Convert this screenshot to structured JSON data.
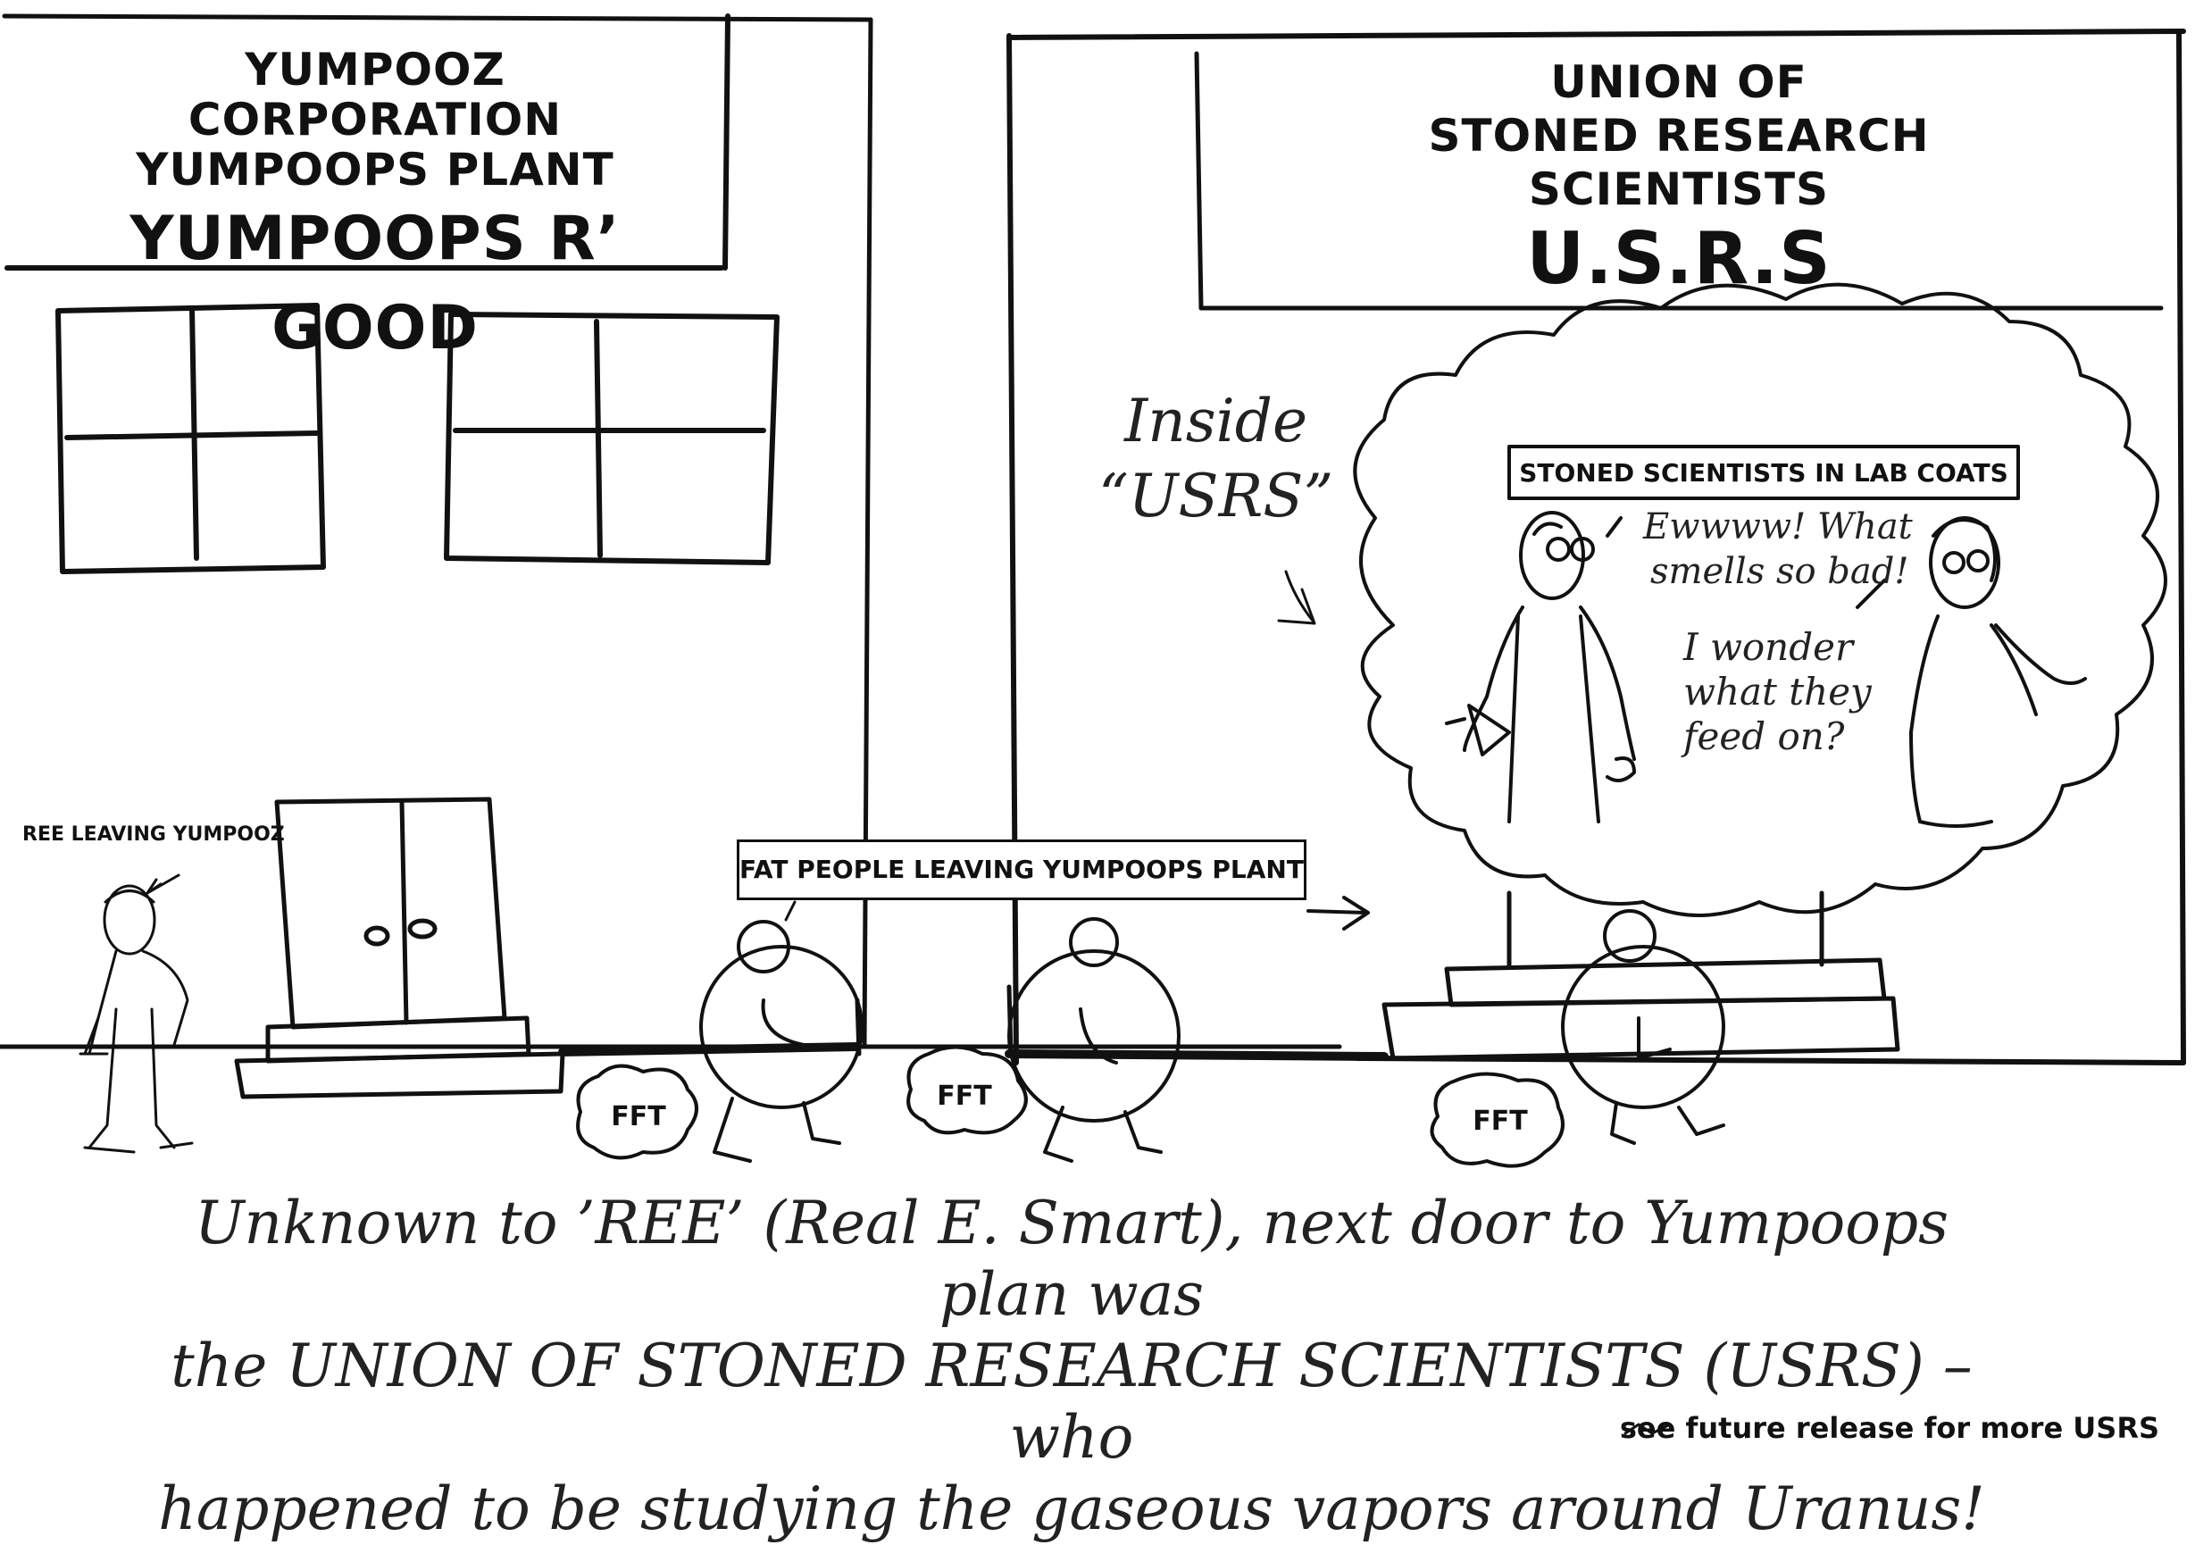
{
  "left_sign": {
    "line1": "YUMPOOZ CORPORATION",
    "line2": "YUMPOOPS PLANT",
    "line3": "YUMPOOPS R’ GOOD"
  },
  "right_sign": {
    "line1": "UNION OF",
    "line2": "STONED RESEARCH SCIENTISTS",
    "line3": "U.S.R.S"
  },
  "inside_label": {
    "line1": "Inside",
    "line2": "“USRS”"
  },
  "thought_cloud": {
    "title": "STONED SCIENTISTS IN LAB COATS",
    "speech1_line1": "Ewwww! What",
    "speech1_line2": "smells so bad!",
    "speech2_line1": "I wonder",
    "speech2_line2": "what they",
    "speech2_line3": "feed on?"
  },
  "ree_label": "REE LEAVING YUMPOOZ",
  "fat_people_label": "FAT PEOPLE LEAVING YUMPOOPS PLANT",
  "fart_sound": "FFT",
  "caption": {
    "line1": "Unknown to ’REE’ (Real E. Smart), next door to Yumpoops plan was",
    "line2": "the UNION OF STONED RESEARCH SCIENTISTS (USRS) – who",
    "line3": "happened to be studying the gaseous vapors around Uranus!"
  },
  "footnote": "see future release for more USRS"
}
